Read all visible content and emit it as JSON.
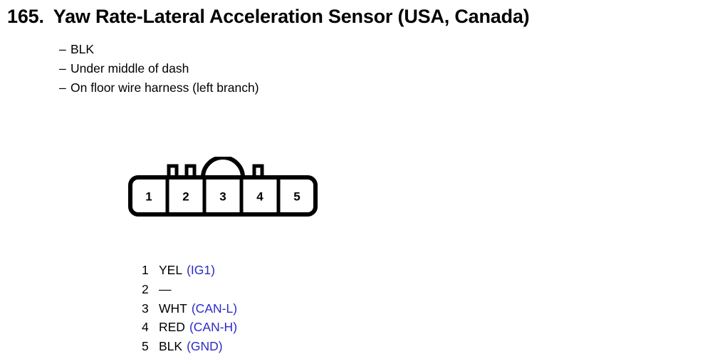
{
  "heading": {
    "number": "165.",
    "title": "Yaw Rate-Lateral Acceleration Sensor (USA, Canada)"
  },
  "spec_list": {
    "dash": "–",
    "items": [
      {
        "text": "BLK"
      },
      {
        "text": "Under middle of dash"
      },
      {
        "text": "On floor wire harness (left branch)"
      }
    ]
  },
  "connector": {
    "name": "5-pin-connector-diagram",
    "pin_labels": [
      "1",
      "2",
      "3",
      "4",
      "5"
    ],
    "tabs": [
      "tab-left-a",
      "tab-left-b",
      "tab-right"
    ],
    "arch": "locking-arch-over-pin-3",
    "outline_color": "#000000"
  },
  "pin_legend": {
    "signal_color": "#2b2bc8",
    "rows": [
      {
        "index": "1",
        "wire": "YEL",
        "signal": "(IG1)"
      },
      {
        "index": "2",
        "wire": "—",
        "signal": ""
      },
      {
        "index": "3",
        "wire": "WHT",
        "signal": "(CAN-L)"
      },
      {
        "index": "4",
        "wire": "RED",
        "signal": "(CAN-H)"
      },
      {
        "index": "5",
        "wire": "BLK",
        "signal": "(GND)"
      }
    ]
  }
}
